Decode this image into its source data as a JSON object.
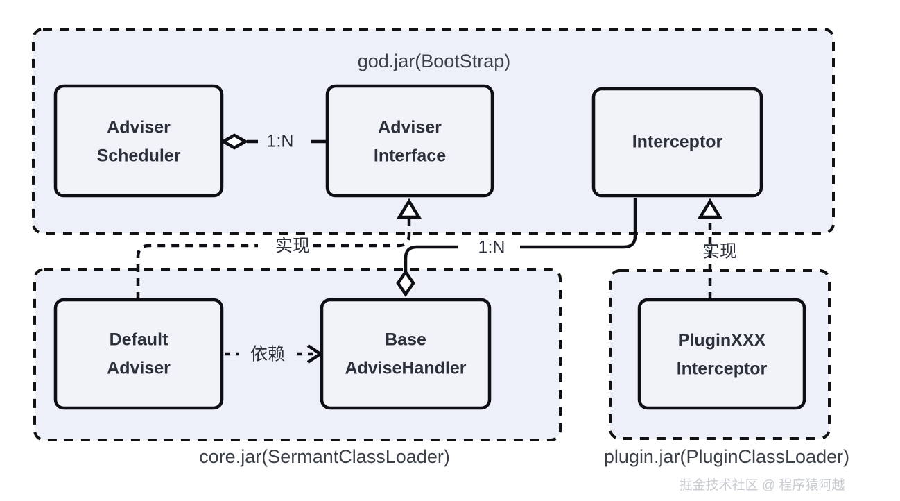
{
  "diagram": {
    "title": "Sermant Adviser / Interceptor class-loader architecture",
    "colors": {
      "group_fill": "#edf0f8",
      "node_fill": "#f1f3f9",
      "stroke": "#0d0f14",
      "node_text": "#2b303b",
      "group_text": "#3b4048",
      "watermark": "#c9ccd2",
      "page_background": "#ffffff"
    },
    "groups": [
      {
        "id": "god-jar",
        "label": "god.jar(BootStrap)",
        "label_position": "inside-top-center",
        "style": "dashed-rounded"
      },
      {
        "id": "core-jar",
        "label": "core.jar(SermantClassLoader)",
        "label_position": "below-center",
        "style": "dashed-rounded"
      },
      {
        "id": "plugin-jar",
        "label": "plugin.jar(PluginClassLoader)",
        "label_position": "below-center",
        "style": "dashed-rounded"
      }
    ],
    "nodes": [
      {
        "id": "adviser-scheduler",
        "group": "god-jar",
        "lines": [
          "Adviser",
          "Scheduler"
        ]
      },
      {
        "id": "adviser-interface",
        "group": "god-jar",
        "lines": [
          "Adviser",
          "Interface"
        ]
      },
      {
        "id": "interceptor",
        "group": "god-jar",
        "lines": [
          "Interceptor"
        ]
      },
      {
        "id": "default-adviser",
        "group": "core-jar",
        "lines": [
          "Default",
          "Adviser"
        ]
      },
      {
        "id": "base-advisehandler",
        "group": "core-jar",
        "lines": [
          "Base",
          "AdviseHandler"
        ]
      },
      {
        "id": "pluginxxx-interceptor",
        "group": "plugin-jar",
        "lines": [
          "PluginXXX",
          "Interceptor"
        ]
      }
    ],
    "edges": [
      {
        "id": "scheduler-holds-interface",
        "from": "adviser-scheduler",
        "to": "adviser-interface",
        "label": "1:N",
        "kind": "aggregation",
        "marker": "hollow-diamond-at-source",
        "line": "solid"
      },
      {
        "id": "default-adviser-implements-interface",
        "from": "default-adviser",
        "to": "adviser-interface",
        "label": "实现",
        "kind": "realization",
        "marker": "hollow-triangle-at-target",
        "line": "dashed"
      },
      {
        "id": "default-adviser-depends-handler",
        "from": "default-adviser",
        "to": "base-advisehandler",
        "label": "依赖",
        "kind": "dependency",
        "marker": "open-arrow-at-target",
        "line": "dashed"
      },
      {
        "id": "interceptor-held-by-handler",
        "from": "base-advisehandler",
        "to": "interceptor",
        "label": "1:N",
        "kind": "aggregation",
        "marker": "hollow-diamond-at-source",
        "line": "solid"
      },
      {
        "id": "plugin-implements-interceptor",
        "from": "pluginxxx-interceptor",
        "to": "interceptor",
        "label": "实现",
        "kind": "realization",
        "marker": "hollow-triangle-at-target",
        "line": "dashed"
      }
    ],
    "watermark": "掘金技术社区 @ 程序猿阿越"
  }
}
